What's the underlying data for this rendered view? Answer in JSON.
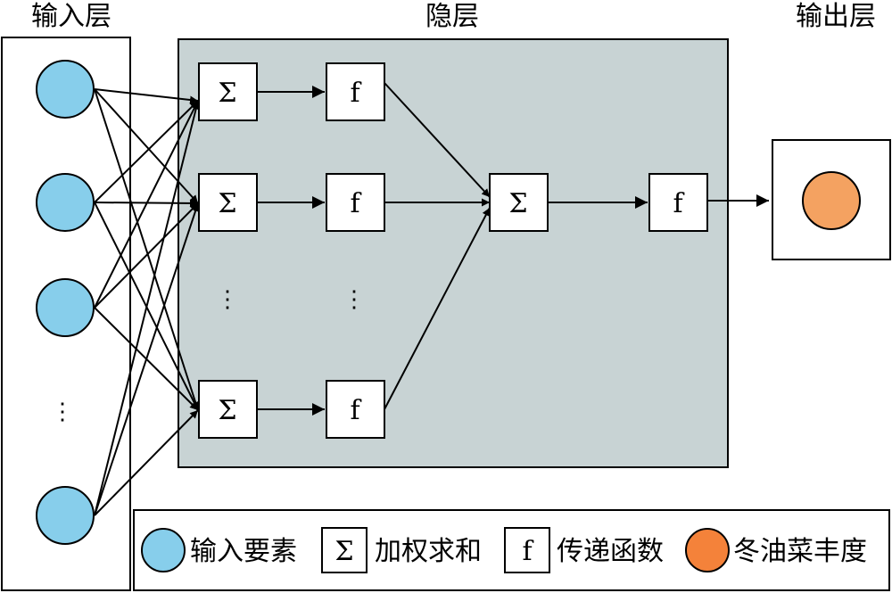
{
  "titles": {
    "input_layer": "输入层",
    "hidden_layer": "隐层",
    "output_layer": "输出层"
  },
  "symbols": {
    "sum": "Σ",
    "transfer": "f",
    "ellipsis": "⋮"
  },
  "legend": {
    "input_element": "输入要素",
    "weighted_sum": "加权求和",
    "transfer_function": "传递函数",
    "output_value": "冬油菜丰度"
  },
  "colors": {
    "input_node": "#87CEEB",
    "output_node": "#F4A261",
    "legend_output_node": "#F4823A",
    "hidden_panel": "#C8D3D4",
    "stroke": "#000000"
  }
}
